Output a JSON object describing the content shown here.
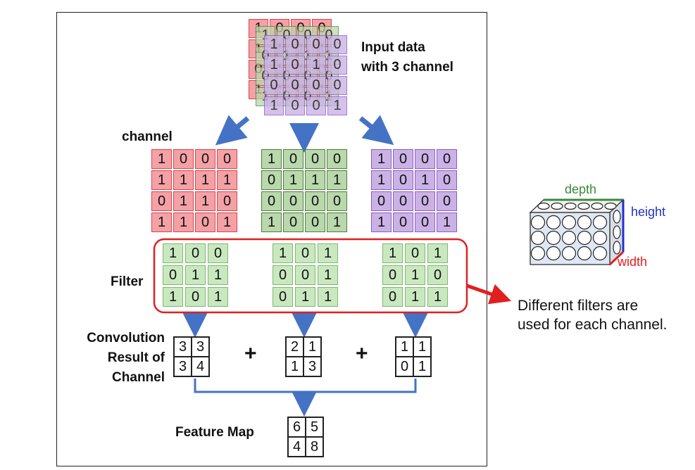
{
  "input_label": [
    "Input data",
    "with 3 channel"
  ],
  "channel_label": "channel",
  "filter_label": "Filter",
  "conv_label": [
    "Convolution",
    "Result of",
    "Channel"
  ],
  "feature_label": "Feature Map",
  "plus": "+",
  "note": [
    "Different filters are",
    "used for each channel."
  ],
  "depth_label": "depth",
  "height_label": "height",
  "width_label": "width",
  "channels": [
    [
      [
        "1",
        "0",
        "0",
        "0"
      ],
      [
        "1",
        "1",
        "1",
        "1"
      ],
      [
        "0",
        "1",
        "1",
        "0"
      ],
      [
        "1",
        "1",
        "0",
        "1"
      ]
    ],
    [
      [
        "1",
        "0",
        "0",
        "0"
      ],
      [
        "0",
        "1",
        "1",
        "1"
      ],
      [
        "0",
        "0",
        "0",
        "0"
      ],
      [
        "1",
        "0",
        "0",
        "1"
      ]
    ],
    [
      [
        "1",
        "0",
        "0",
        "0"
      ],
      [
        "1",
        "0",
        "1",
        "0"
      ],
      [
        "0",
        "0",
        "0",
        "0"
      ],
      [
        "1",
        "0",
        "0",
        "1"
      ]
    ]
  ],
  "filters": [
    [
      [
        "1",
        "0",
        "0"
      ],
      [
        "0",
        "1",
        "1"
      ],
      [
        "1",
        "0",
        "1"
      ]
    ],
    [
      [
        "1",
        "0",
        "1"
      ],
      [
        "0",
        "0",
        "1"
      ],
      [
        "0",
        "1",
        "1"
      ]
    ],
    [
      [
        "1",
        "0",
        "1"
      ],
      [
        "0",
        "1",
        "0"
      ],
      [
        "0",
        "1",
        "1"
      ]
    ]
  ],
  "results": [
    [
      [
        "3",
        "3"
      ],
      [
        "3",
        "4"
      ]
    ],
    [
      [
        "2",
        "1"
      ],
      [
        "1",
        "3"
      ]
    ],
    [
      [
        "1",
        "1"
      ],
      [
        "0",
        "1"
      ]
    ]
  ],
  "feature_map": [
    [
      "6",
      "5"
    ],
    [
      "4",
      "8"
    ]
  ],
  "colors": {
    "red": "#d9434d",
    "green": "#4f7d3b",
    "purple": "#8a5cc7",
    "arrow": "#4472c4",
    "callout": "#e02020"
  }
}
